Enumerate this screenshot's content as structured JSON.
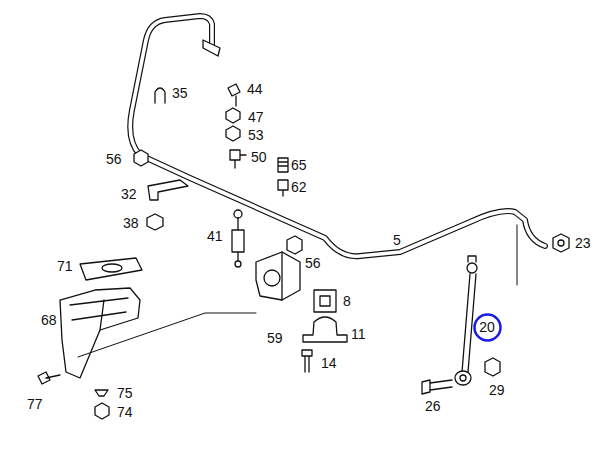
{
  "diagram": {
    "nodes": [
      {
        "text": [
          "20"
        ]
      }
    ],
    "labels": [
      "35",
      "44",
      "47",
      "56",
      "53",
      "50",
      "65",
      "62",
      "32",
      "38",
      "41",
      "56",
      "71",
      "5",
      "23",
      "8",
      "68",
      "59",
      "11",
      "14",
      "26",
      "29",
      "77",
      "75",
      "74"
    ]
  }
}
